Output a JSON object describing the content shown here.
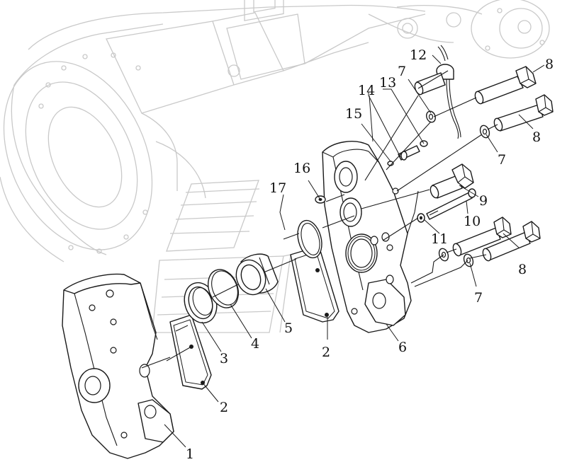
{
  "callouts": [
    {
      "id": "c1",
      "label": "1"
    },
    {
      "id": "c2a",
      "label": "2"
    },
    {
      "id": "c2b",
      "label": "2"
    },
    {
      "id": "c3",
      "label": "3"
    },
    {
      "id": "c4",
      "label": "4"
    },
    {
      "id": "c5",
      "label": "5"
    },
    {
      "id": "c6",
      "label": "6"
    },
    {
      "id": "c7a",
      "label": "7"
    },
    {
      "id": "c7b",
      "label": "7"
    },
    {
      "id": "c7c",
      "label": "7"
    },
    {
      "id": "c8a",
      "label": "8"
    },
    {
      "id": "c8b",
      "label": "8"
    },
    {
      "id": "c8c",
      "label": "8"
    },
    {
      "id": "c9",
      "label": "9"
    },
    {
      "id": "c10",
      "label": "10"
    },
    {
      "id": "c11",
      "label": "11"
    },
    {
      "id": "c12",
      "label": "12"
    },
    {
      "id": "c13",
      "label": "13"
    },
    {
      "id": "c14",
      "label": "14"
    },
    {
      "id": "c15",
      "label": "15"
    },
    {
      "id": "c16",
      "label": "16"
    },
    {
      "id": "c17",
      "label": "17"
    }
  ],
  "colors": {
    "line": "#1a1a1a",
    "background_frame": "#c9c9c9",
    "paper": "#ffffff"
  }
}
